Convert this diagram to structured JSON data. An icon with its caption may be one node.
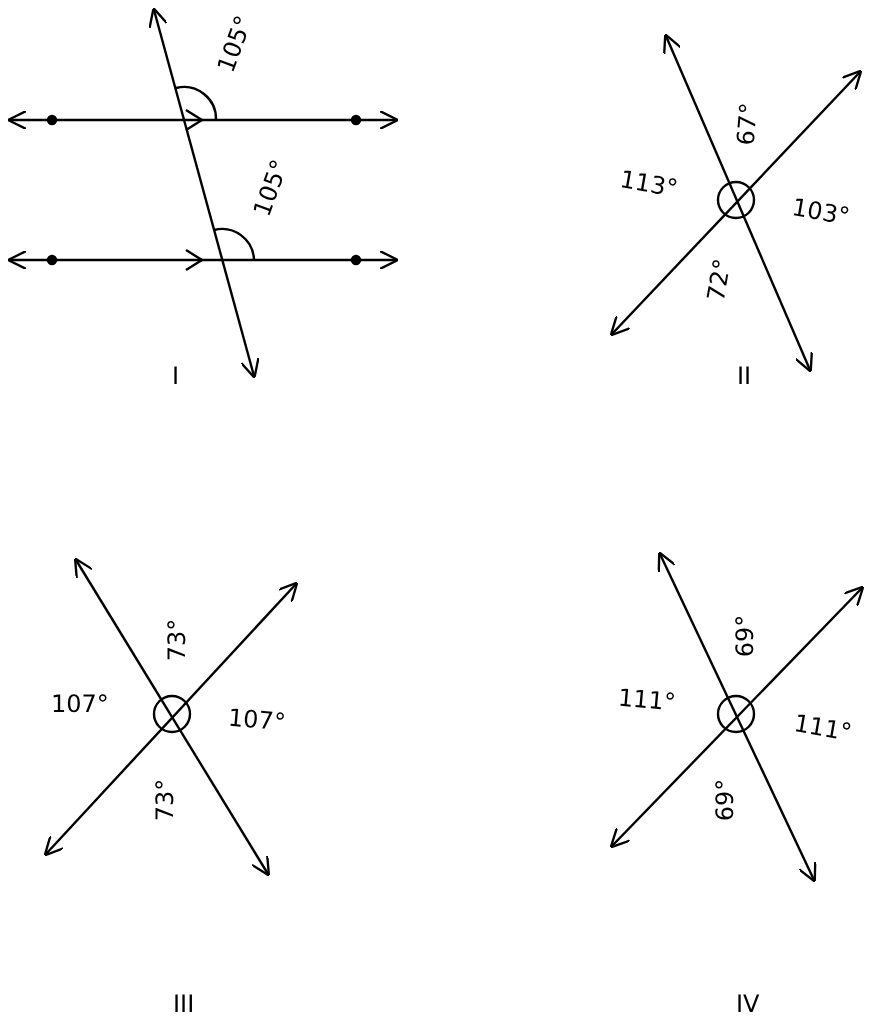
{
  "diagram": {
    "labels": [
      "105°",
      "105°",
      "I",
      "67°",
      "113°",
      "103°",
      "72°",
      "II",
      "73°",
      "107°",
      "107°",
      "73°",
      "III",
      "69°",
      "111°",
      "111°",
      "69°",
      "IV"
    ]
  }
}
